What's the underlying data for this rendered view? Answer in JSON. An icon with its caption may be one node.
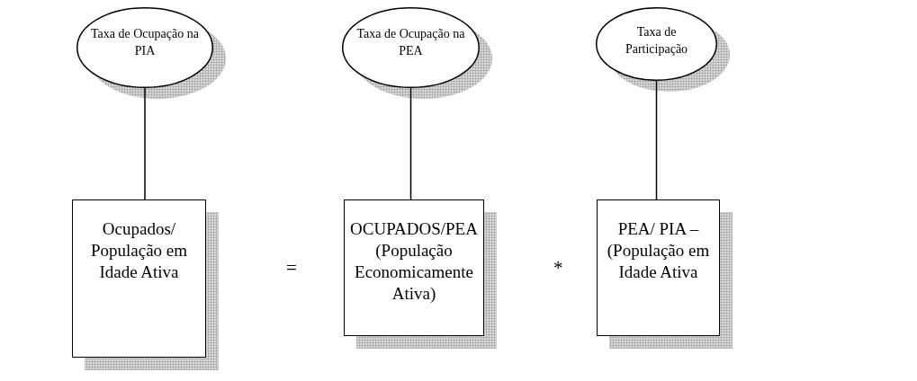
{
  "diagram": {
    "nodes": [
      {
        "text": [
          "Taxa de Ocupação na PIA"
        ]
      },
      {
        "text": [
          "Taxa de Ocupação na PEA"
        ]
      },
      {
        "text": [
          "Taxa de Participação"
        ]
      },
      {
        "text": [
          "Ocupados/ População em Idade Ativa"
        ]
      },
      {
        "text": [
          "OCUPADOS/PEA (População Economicamente Ativa)"
        ]
      },
      {
        "text": [
          "PEA/ PIA – (População em Idade Ativa"
        ]
      }
    ],
    "edges": [
      {
        "from": 0,
        "to": 3,
        "arrow": "none"
      },
      {
        "from": 1,
        "to": 4,
        "arrow": "none"
      },
      {
        "from": 2,
        "to": 5,
        "arrow": "none"
      }
    ],
    "labels": [
      "=",
      "*"
    ]
  }
}
